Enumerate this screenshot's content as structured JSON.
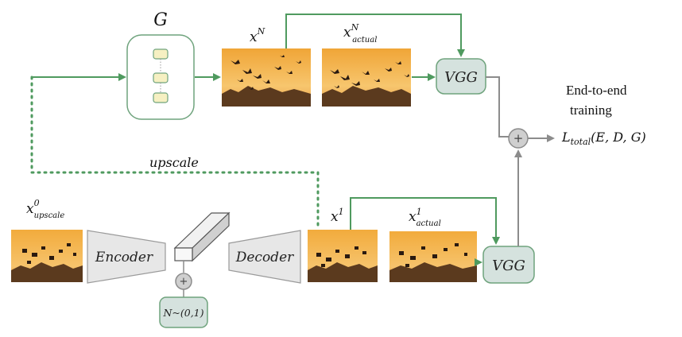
{
  "colors": {
    "arrow_green": "#4f9a5f",
    "arrow_gray": "#8c8c8c",
    "box_fill": "#d5e2de",
    "box_stroke": "#6fa37d",
    "dotted_green": "#4f9a5f",
    "trap_fill": "#e7e7e7",
    "trap_stroke": "#9a9a9a",
    "sky_top": "#f3b23f",
    "sky_bottom": "#f7c873",
    "ground": "#5b3a1e"
  },
  "labels": {
    "generator": "G",
    "x_n": "x",
    "x_n_sup": "N",
    "x_n_actual": "x",
    "x_n_actual_sup": "N",
    "x_n_actual_sub": "actual",
    "vgg_top": "VGG",
    "vgg_bottom": "VGG",
    "upscale": "upscale",
    "end_to_end_line1": "End-to-end",
    "end_to_end_line2": "training",
    "loss_L": "L",
    "loss_sub": "total",
    "loss_args": "(E, D, G)",
    "x0": "x",
    "x0_sup": "0",
    "x0_sub": "upscale",
    "encoder": "Encoder",
    "decoder": "Decoder",
    "noise": "N~(0,1)",
    "x1": "x",
    "x1_sup": "1",
    "x1_actual": "x",
    "x1_actual_sup": "1",
    "x1_actual_sub": "actual",
    "plus": "+"
  },
  "icons": {
    "plus_node": "plus-circle-icon",
    "birds": "bird-silhouette-icon"
  }
}
